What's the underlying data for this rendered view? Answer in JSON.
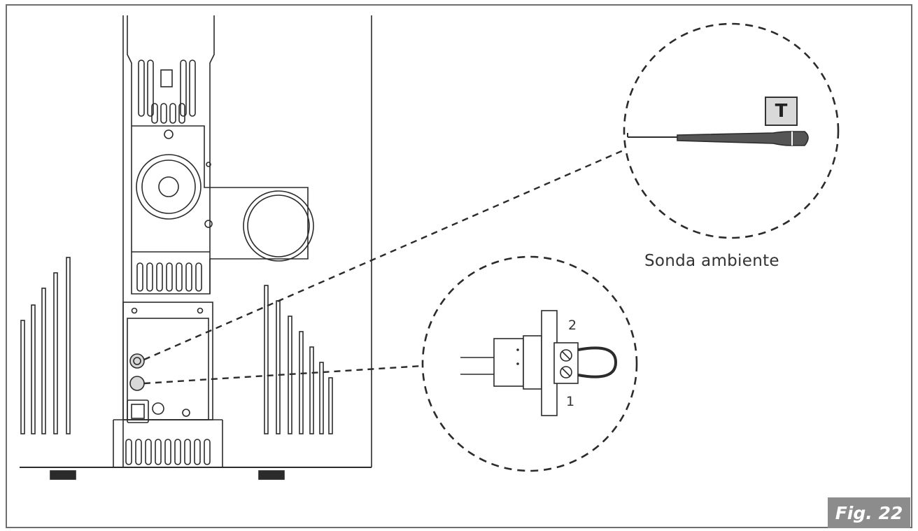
{
  "figure": {
    "label": "Fig. 22",
    "probe_caption": "Sonda ambiente",
    "probe_symbol": "T",
    "terminal_labels": [
      "1",
      "2"
    ]
  },
  "colors": {
    "frame": "#6f6f6f",
    "line": "#2b2b2b",
    "badge_bg": "#8c8c8c",
    "t_badge_bg": "#d9d9d9"
  },
  "icons": [
    "probe-icon",
    "connector-terminal-icon",
    "stove-rear-view"
  ]
}
